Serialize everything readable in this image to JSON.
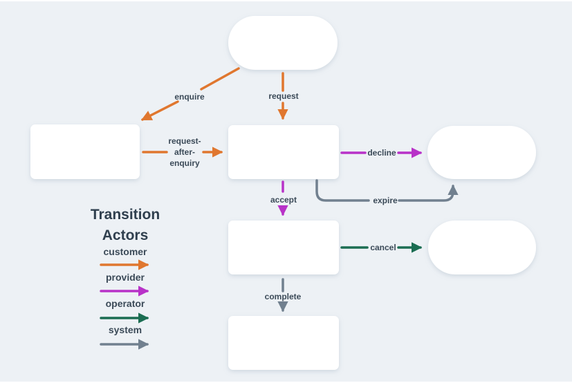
{
  "colors": {
    "background": "#edf1f5",
    "node_fill": "#ffffff",
    "customer": "#e0772f",
    "provider": "#b832c8",
    "operator": "#1b6d52",
    "system": "#71808f",
    "label_text": "#3b4a58",
    "title_text": "#2f3f4e"
  },
  "diagram": {
    "states": [
      {
        "id": "top-pill",
        "shape": "pill",
        "label": ""
      },
      {
        "id": "left-box",
        "shape": "rectangle",
        "label": ""
      },
      {
        "id": "center-box",
        "shape": "rectangle",
        "label": ""
      },
      {
        "id": "right-top-pill",
        "shape": "pill",
        "label": ""
      },
      {
        "id": "center-mid-box",
        "shape": "rectangle",
        "label": ""
      },
      {
        "id": "right-mid-pill",
        "shape": "pill",
        "label": ""
      },
      {
        "id": "center-bottom-box",
        "shape": "rectangle",
        "label": ""
      }
    ],
    "transitions": {
      "enquire": {
        "label": "enquire",
        "actor": "customer",
        "from": "top-pill",
        "to": "left-box"
      },
      "request": {
        "label": "request",
        "actor": "customer",
        "from": "top-pill",
        "to": "center-box"
      },
      "request_after_enquiry": {
        "lines": [
          "request-",
          "after-",
          "enquiry"
        ],
        "actor": "customer",
        "from": "left-box",
        "to": "center-box"
      },
      "decline": {
        "label": "decline",
        "actor": "provider",
        "from": "center-box",
        "to": "right-top-pill"
      },
      "expire": {
        "label": "expire",
        "actor": "system",
        "from": "center-box",
        "to": "right-top-pill"
      },
      "accept": {
        "label": "accept",
        "actor": "provider",
        "from": "center-box",
        "to": "center-mid-box"
      },
      "cancel": {
        "label": "cancel",
        "actor": "operator",
        "from": "center-mid-box",
        "to": "right-mid-pill"
      },
      "complete": {
        "label": "complete",
        "actor": "system",
        "from": "center-mid-box",
        "to": "center-bottom-box"
      }
    }
  },
  "legend": {
    "title_lines": [
      "Transition",
      "Actors"
    ],
    "items": [
      {
        "label": "customer",
        "color": "#e0772f"
      },
      {
        "label": "provider",
        "color": "#b832c8"
      },
      {
        "label": "operator",
        "color": "#1b6d52"
      },
      {
        "label": "system",
        "color": "#71808f"
      }
    ]
  }
}
